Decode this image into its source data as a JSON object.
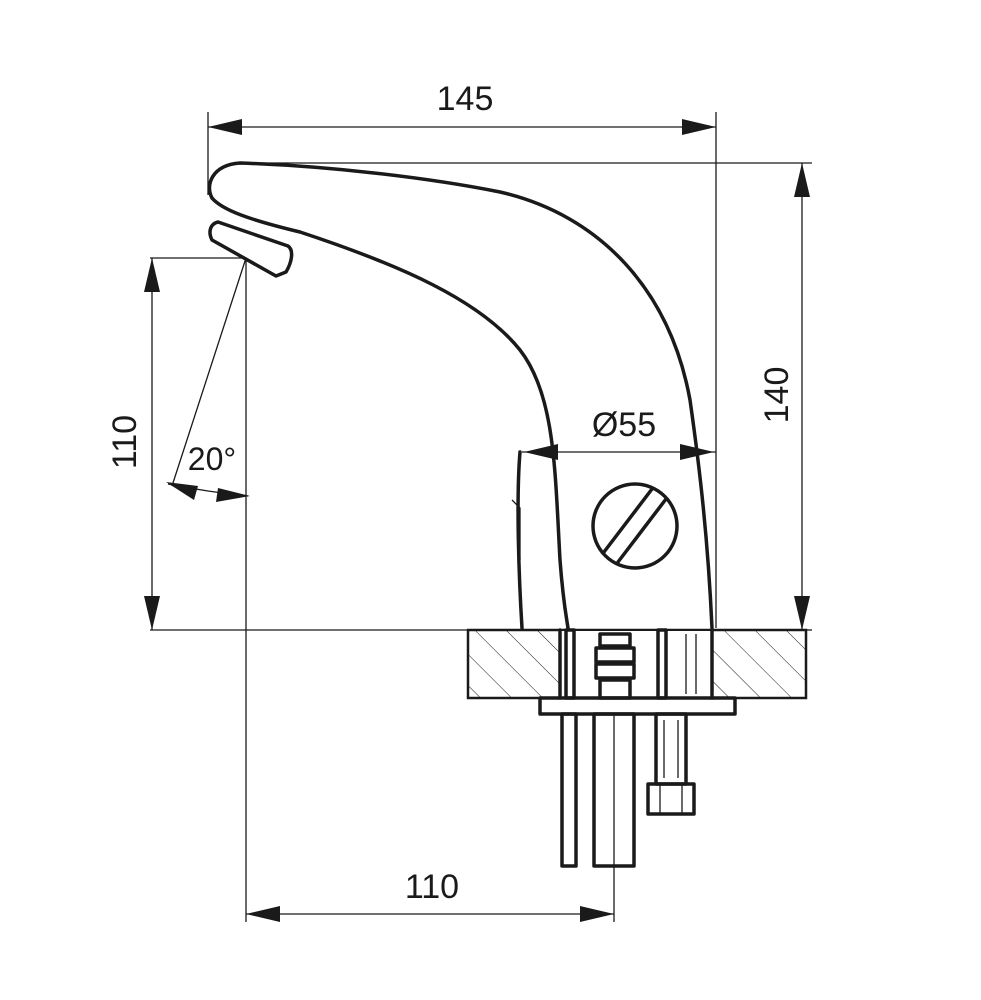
{
  "drawing": {
    "dimensions": {
      "overall_width": "145",
      "overall_height": "140",
      "spout_height": "110",
      "spout_reach": "110",
      "body_diameter": "Ø55",
      "spray_angle": "20°"
    }
  }
}
